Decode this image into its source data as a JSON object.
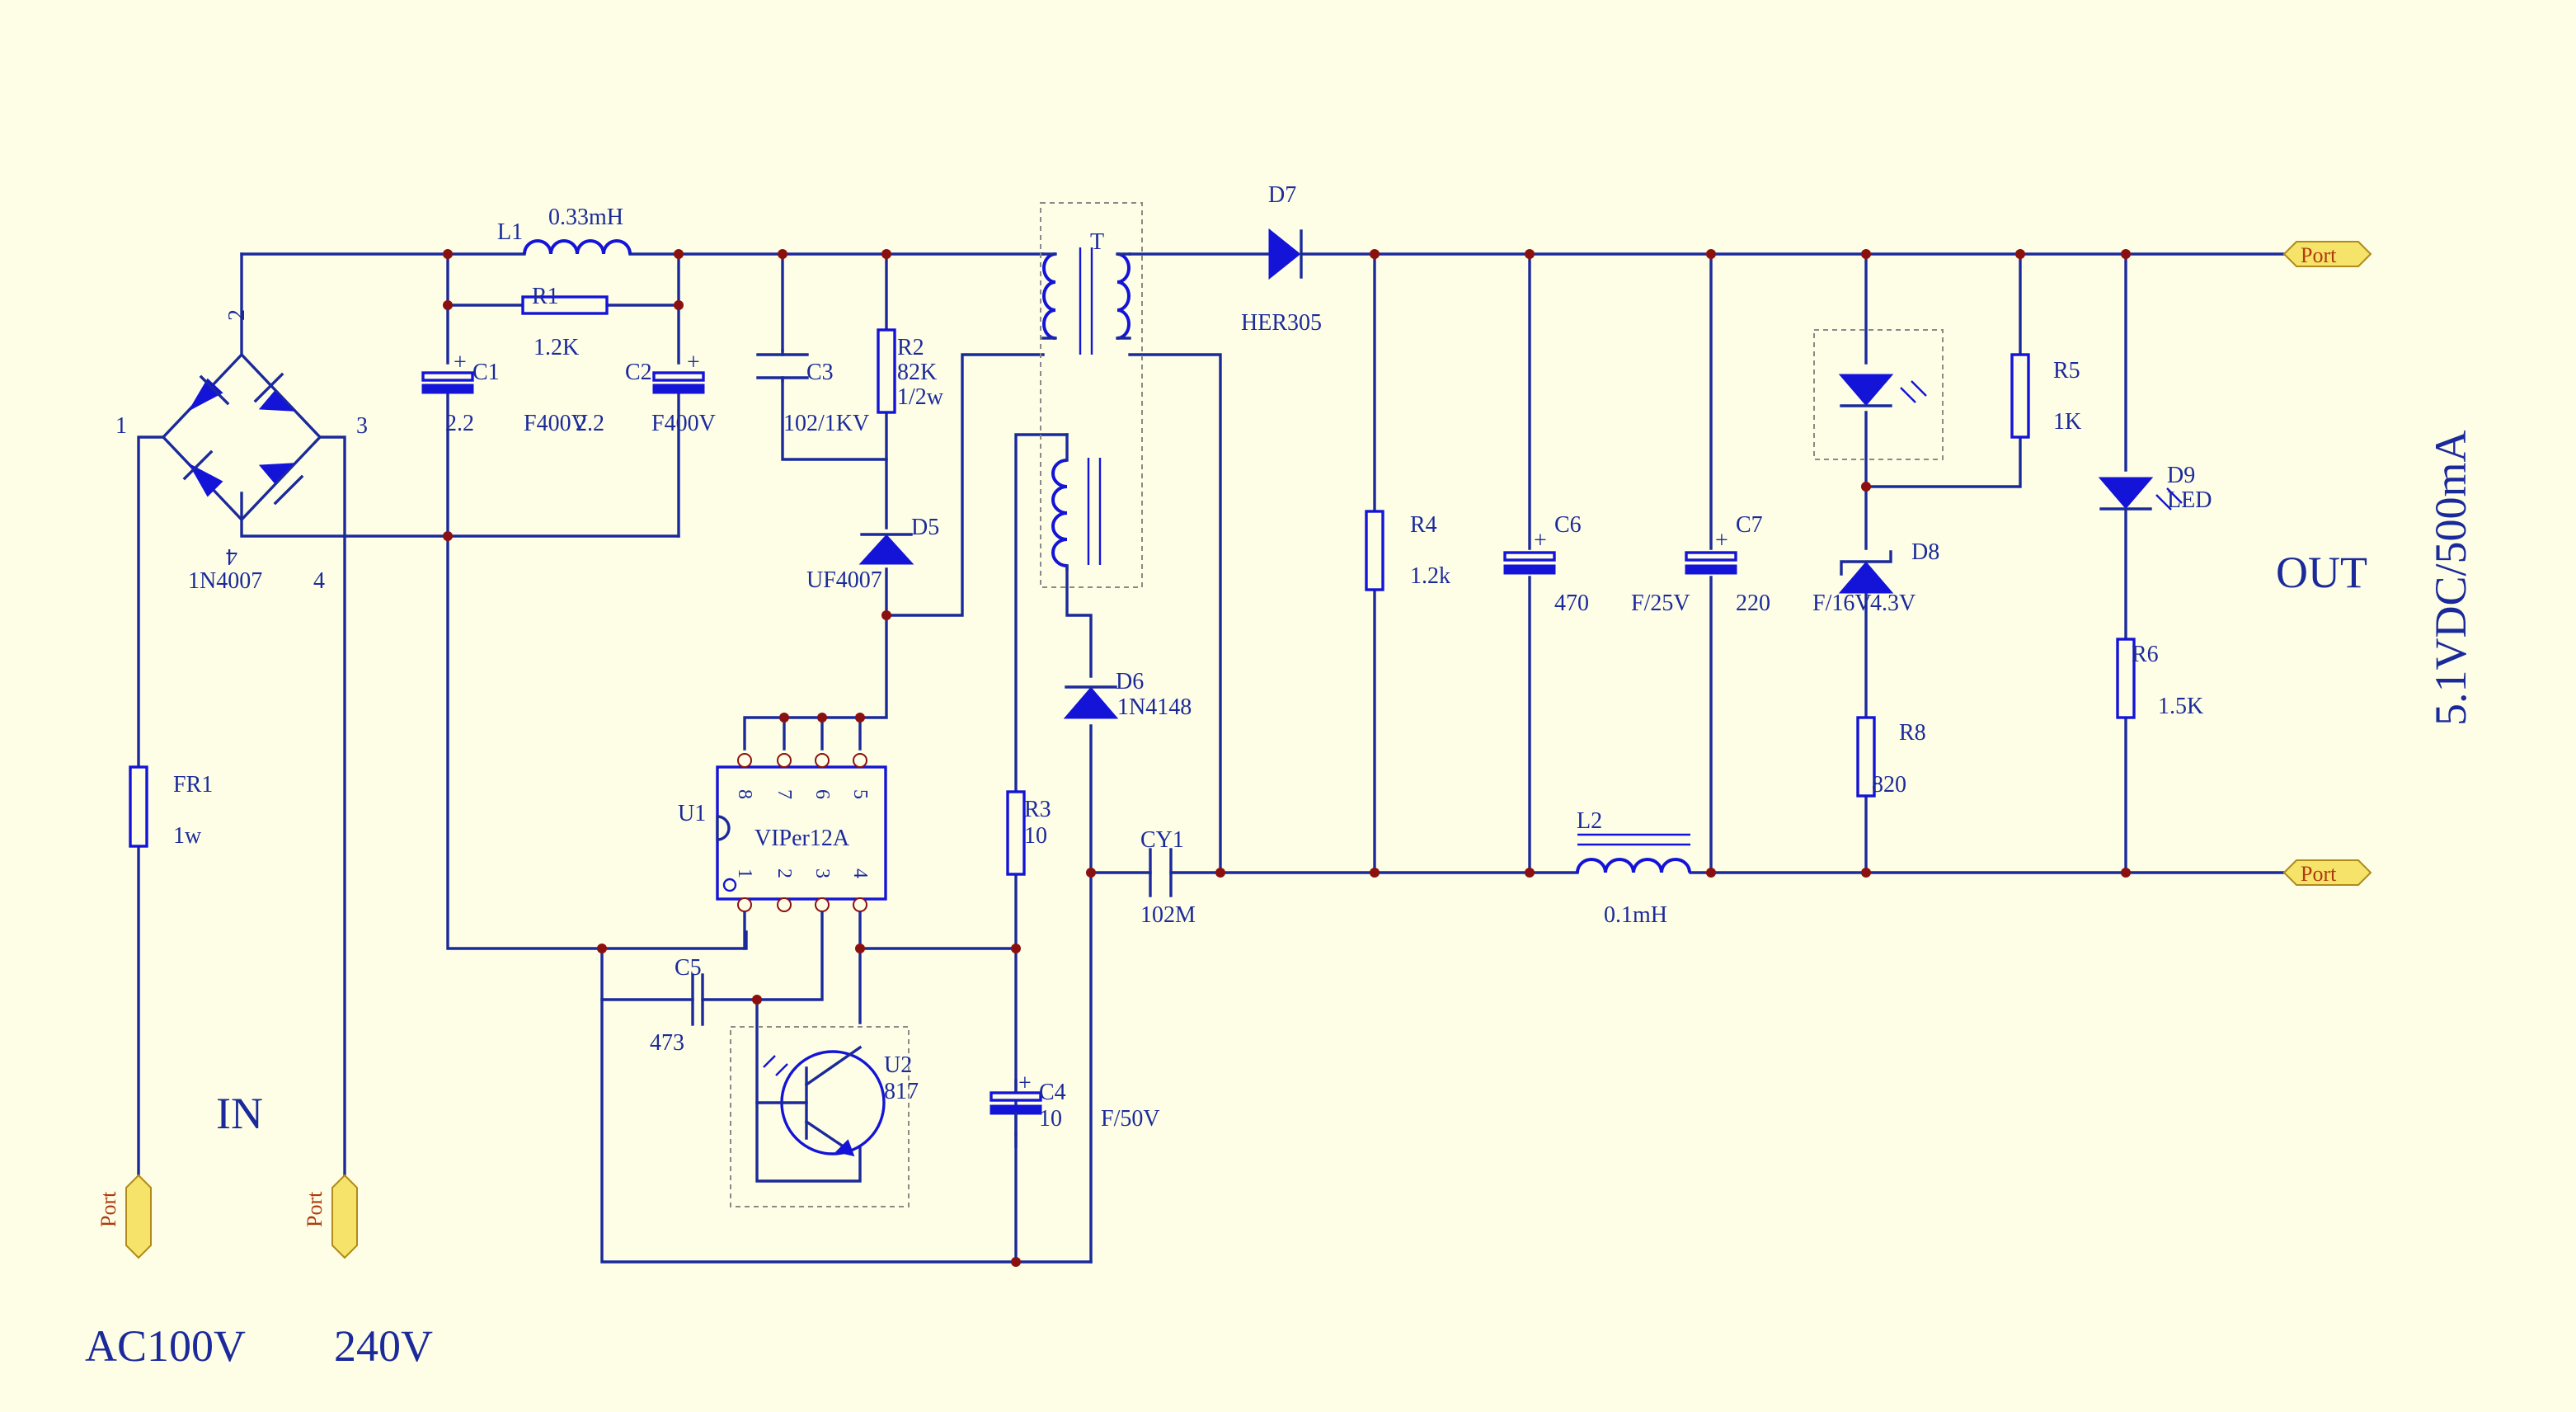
{
  "input": {
    "label": "IN",
    "voltage_low": "AC100V",
    "voltage_high": "240V",
    "port_left": "Port",
    "port_right": "Port"
  },
  "output": {
    "label": "OUT",
    "rating": "5.1VDC/500mA",
    "port_top": "Port",
    "port_bottom": "Port"
  },
  "bridge": {
    "part": "1N4007",
    "pins": [
      "1",
      "2",
      "3",
      "4",
      "4"
    ]
  },
  "components": {
    "fr1": {
      "ref": "FR1",
      "value": "1w"
    },
    "l1": {
      "ref": "L1",
      "value": "0.33mH"
    },
    "r1": {
      "ref": "R1",
      "value": "1.2K"
    },
    "c1": {
      "ref": "C1",
      "value": "2.2",
      "rating": "F400V"
    },
    "c2": {
      "ref": "C2",
      "value": "2.2",
      "rating": "F400V"
    },
    "c3": {
      "ref": "C3",
      "value": "102/1KV"
    },
    "r2": {
      "ref": "R2",
      "value": "82K",
      "rating": "1/2w"
    },
    "d5": {
      "ref": "D5",
      "part": "UF4007"
    },
    "t": {
      "ref": "T"
    },
    "d7": {
      "ref": "D7",
      "part": "HER305"
    },
    "d6": {
      "ref": "D6",
      "part": "1N4148"
    },
    "r3": {
      "ref": "R3",
      "value": "10"
    },
    "c4": {
      "ref": "C4",
      "value": "10",
      "rating": "F/50V"
    },
    "cy1": {
      "ref": "CY1",
      "value": "102M"
    },
    "u1": {
      "ref": "U1",
      "part": "VIPer12A",
      "pins_top": [
        "8",
        "7",
        "6",
        "5"
      ],
      "pins_bottom": [
        "1",
        "2",
        "3",
        "4"
      ]
    },
    "c5": {
      "ref": "C5",
      "value": "473"
    },
    "u2": {
      "ref": "U2",
      "part": "817"
    },
    "r4": {
      "ref": "R4",
      "value": "1.2k"
    },
    "c6": {
      "ref": "C6",
      "value": "470",
      "rating": "F/25V"
    },
    "c7": {
      "ref": "C7",
      "value": "220",
      "rating": "F/16V"
    },
    "l2": {
      "ref": "L2",
      "value": "0.1mH"
    },
    "d8": {
      "ref": "D8",
      "value": "4.3V"
    },
    "r5": {
      "ref": "R5",
      "value": "1K"
    },
    "r8": {
      "ref": "R8",
      "value": "820"
    },
    "d9": {
      "ref": "D9",
      "part": "LED"
    },
    "r6": {
      "ref": "R6",
      "value": "1.5K"
    }
  },
  "colors": {
    "background": "#fefee6",
    "wire": "#1b2a9b",
    "symbol": "#1414d8",
    "junction": "#8b1010",
    "port": "#f5e36a"
  }
}
